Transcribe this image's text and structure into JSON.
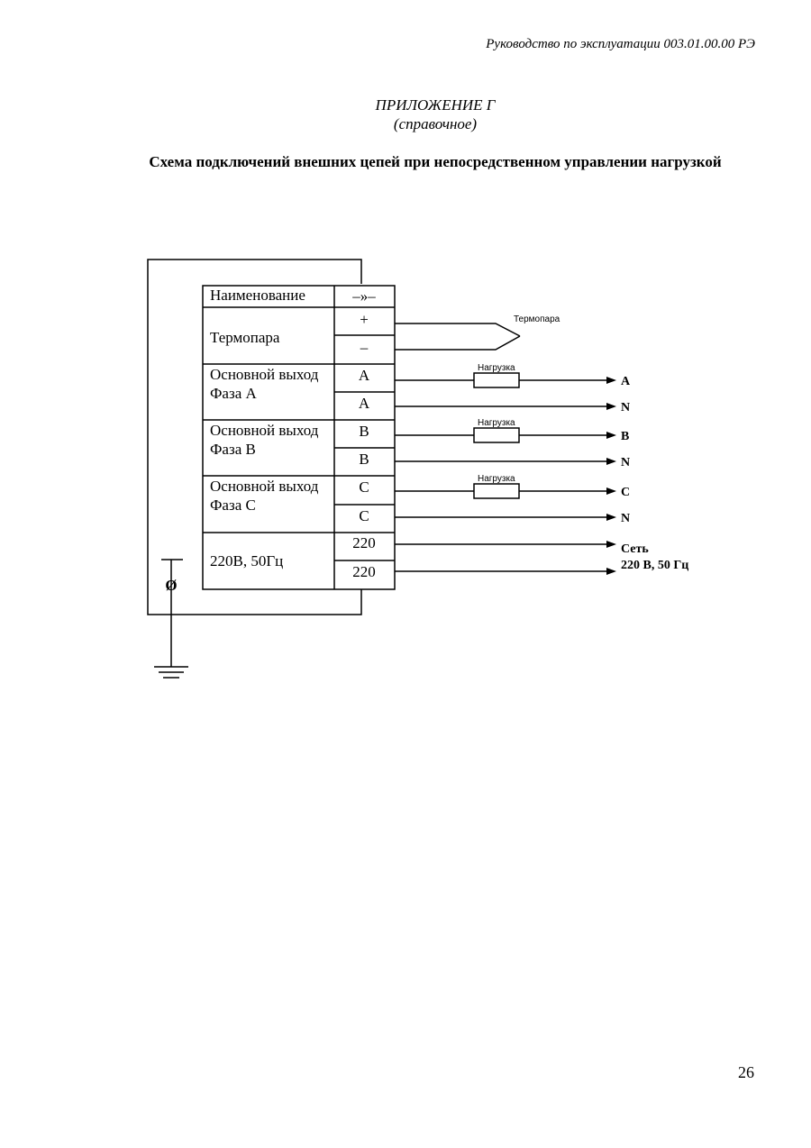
{
  "header": {
    "running_title": "Руководство по эксплуатации 003.01.00.00 РЭ"
  },
  "appendix": {
    "title": "ПРИЛОЖЕНИЕ Г",
    "subtitle": "(справочное)",
    "schema_title": "Схема подключений внешних цепей при непосредственном управлении нагрузкой"
  },
  "table": {
    "header_name": "Наименование",
    "header_symbol": "–»–",
    "rows": [
      {
        "name_line1": "Термопара",
        "name_line2": "",
        "terminals": [
          "+",
          "–"
        ]
      },
      {
        "name_line1": "Основной выход",
        "name_line2": "Фаза А",
        "terminals": [
          "А",
          "А"
        ]
      },
      {
        "name_line1": "Основной выход",
        "name_line2": "Фаза В",
        "terminals": [
          "В",
          "В"
        ]
      },
      {
        "name_line1": "Основной выход",
        "name_line2": "Фаза С",
        "terminals": [
          "С",
          "С"
        ]
      },
      {
        "name_line1": "220В, 50Гц",
        "name_line2": "",
        "terminals": [
          "220",
          "220"
        ]
      }
    ]
  },
  "wiring": {
    "thermocouple_label": "Термопара",
    "load_label": "Нагрузка",
    "outputs": [
      "А",
      "N",
      "В",
      "N",
      "С",
      "N"
    ],
    "mains_line1": "Сеть",
    "mains_line2": "220 В, 50 Гц",
    "ground_symbol": "Ø"
  },
  "footer": {
    "page_number": "26"
  }
}
